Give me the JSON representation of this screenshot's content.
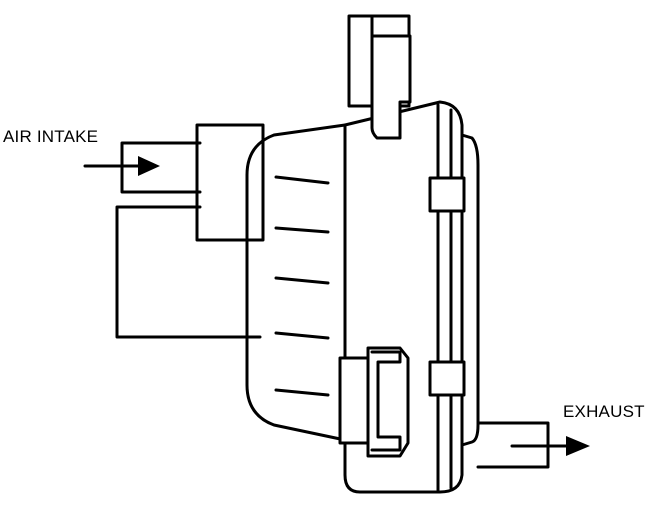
{
  "labels": {
    "air_intake": "AIR INTAKE",
    "exhaust": "EXHAUST"
  },
  "icons": [
    "air-intake-flow-arrow",
    "exhaust-flow-arrow"
  ]
}
